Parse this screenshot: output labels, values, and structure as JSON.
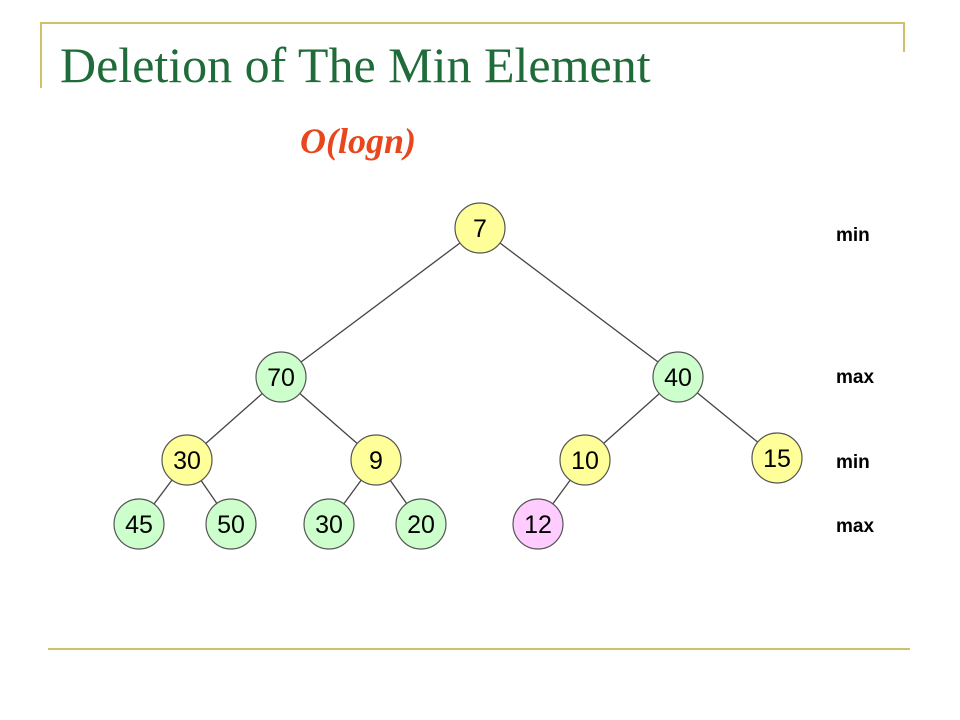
{
  "slide": {
    "title": "Deletion of The Min Element",
    "complexity": "O(logn)"
  },
  "colors": {
    "rule": "#cfc16a",
    "title": "#1f6b3a",
    "complexity": "#e8461c",
    "min_node": "#ffff99",
    "max_node": "#ccffcc",
    "highlight_node": "#ffccff"
  },
  "tree": {
    "nodes": [
      {
        "id": "n7",
        "value": "7",
        "level_type": "min"
      },
      {
        "id": "n70",
        "value": "70",
        "level_type": "max"
      },
      {
        "id": "n40",
        "value": "40",
        "level_type": "max"
      },
      {
        "id": "n30a",
        "value": "30",
        "level_type": "min"
      },
      {
        "id": "n9",
        "value": "9",
        "level_type": "min"
      },
      {
        "id": "n10",
        "value": "10",
        "level_type": "min"
      },
      {
        "id": "n15",
        "value": "15",
        "level_type": "min"
      },
      {
        "id": "n45",
        "value": "45",
        "level_type": "max"
      },
      {
        "id": "n50",
        "value": "50",
        "level_type": "max"
      },
      {
        "id": "n30b",
        "value": "30",
        "level_type": "max"
      },
      {
        "id": "n20",
        "value": "20",
        "level_type": "max"
      },
      {
        "id": "n12",
        "value": "12",
        "level_type": "highlight"
      }
    ],
    "edges": [
      [
        "n7",
        "n70"
      ],
      [
        "n7",
        "n40"
      ],
      [
        "n70",
        "n30a"
      ],
      [
        "n70",
        "n9"
      ],
      [
        "n40",
        "n10"
      ],
      [
        "n40",
        "n15"
      ],
      [
        "n30a",
        "n45"
      ],
      [
        "n30a",
        "n50"
      ],
      [
        "n9",
        "n30b"
      ],
      [
        "n9",
        "n20"
      ],
      [
        "n10",
        "n12"
      ]
    ]
  },
  "levels": [
    {
      "label": "min"
    },
    {
      "label": "max"
    },
    {
      "label": "min"
    },
    {
      "label": "max"
    }
  ]
}
